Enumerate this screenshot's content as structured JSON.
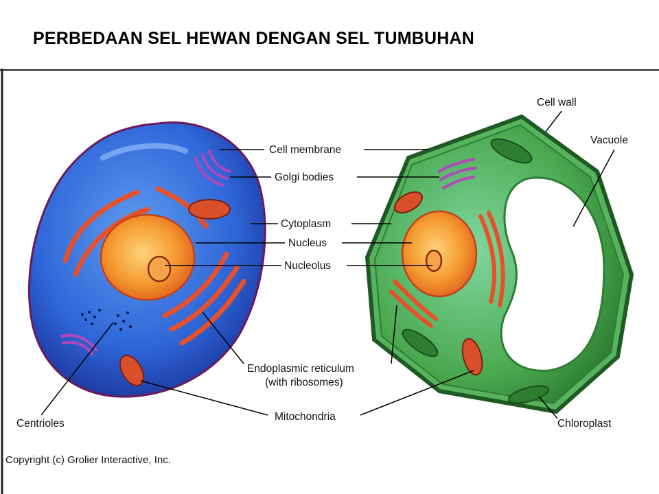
{
  "title": "PERBEDAAN SEL HEWAN DENGAN SEL TUMBUHAN",
  "labels": {
    "cell_wall": "Cell wall",
    "vacuole": "Vacuole",
    "cell_membrane": "Cell membrane",
    "golgi": "Golgi bodies",
    "cytoplasm": "Cytoplasm",
    "nucleus": "Nucleus",
    "nucleolus": "Nucleolus",
    "er_line1": "Endoplasmic reticulum",
    "er_line2": "(with ribosomes)",
    "centrioles": "Centrioles",
    "mitochondria": "Mitochondria",
    "chloroplast": "Chloroplast"
  },
  "copyright": "Copyright (c) Grolier Interactive, Inc.",
  "colors": {
    "animal_cell": "#2a63d6",
    "plant_cell": "#4aa84f",
    "cell_wall": "#1f5a24",
    "nucleus": "#f28a2a",
    "er": "#e8502a",
    "golgi": "#b048b8",
    "chloroplast": "#2e7d32"
  }
}
